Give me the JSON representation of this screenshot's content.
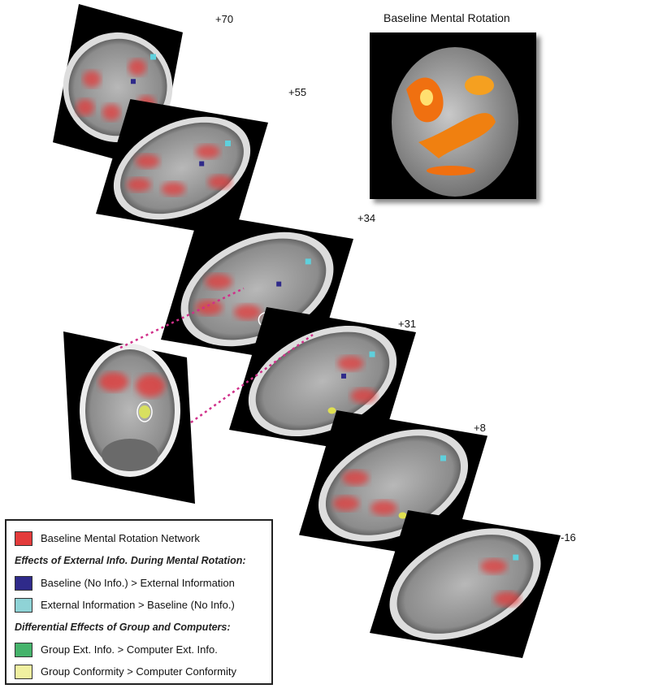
{
  "slice_labels": [
    "+70",
    "+55",
    "+34",
    "+31",
    "+8",
    "-16"
  ],
  "render_title": "Baseline Mental Rotation",
  "legend": {
    "items": [
      {
        "type": "item",
        "label": "Baseline Mental Rotation Network",
        "color": "#e33b3b"
      },
      {
        "type": "header",
        "label": "Effects of External Info. During Mental Rotation:"
      },
      {
        "type": "item",
        "label": "Baseline (No Info.) > External Information",
        "color": "#2f2a8a"
      },
      {
        "type": "item",
        "label": "External Information > Baseline (No Info.)",
        "color": "#8fd3d6"
      },
      {
        "type": "header",
        "label": "Differential Effects of Group and Computers:"
      },
      {
        "type": "item",
        "label": "Group Ext. Info. > Computer Ext. Info.",
        "color": "#45b36b"
      },
      {
        "type": "item",
        "label": "Group Conformity > Computer Conformity",
        "color": "#f0f0a0"
      }
    ]
  },
  "colors": {
    "activation": "#e33b3b",
    "deactivation": "#2f2a8a",
    "external": "#5fd0dc",
    "highlight_ring": "#ffffff",
    "connector": "#d0308a"
  }
}
